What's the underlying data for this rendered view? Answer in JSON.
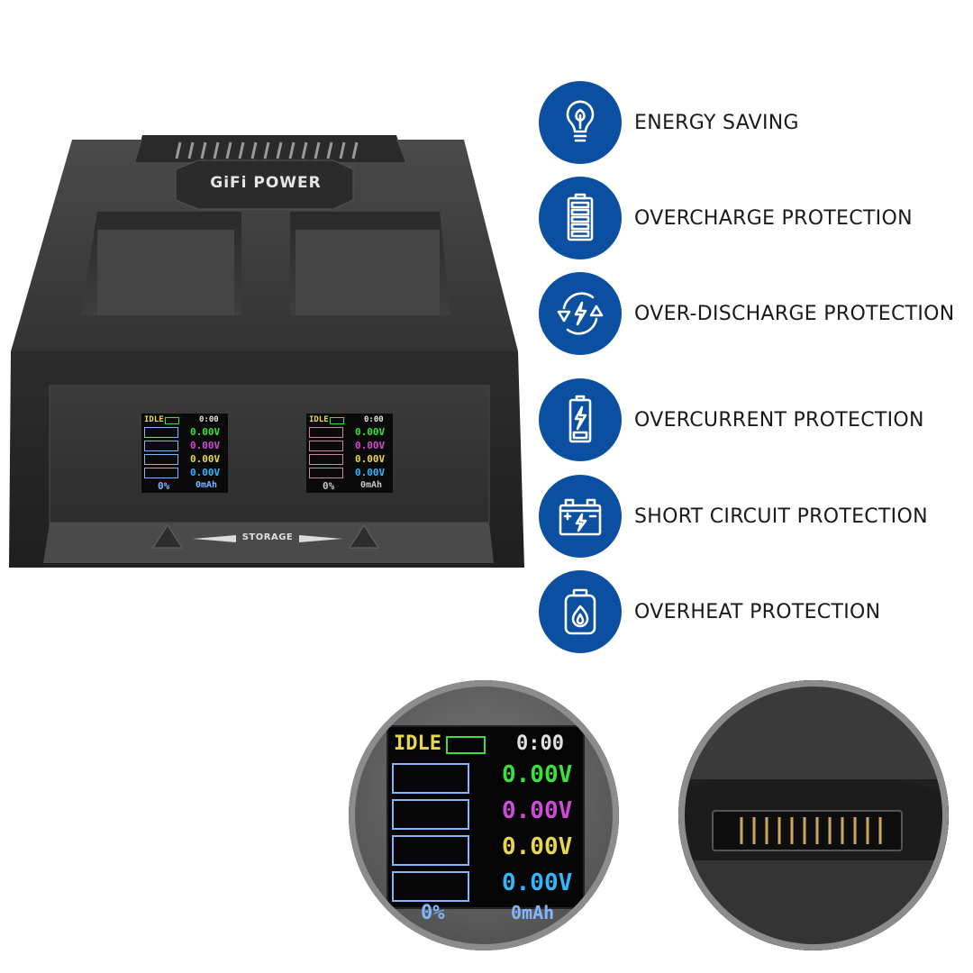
{
  "product": {
    "brand": "GiFi POWER",
    "button_label": "STORAGE",
    "screens": [
      {
        "status": "IDLE",
        "time": "0:00",
        "voltages": [
          "0.00V",
          "0.00V",
          "0.00V",
          "0.00V"
        ],
        "percent": "0%",
        "capacity": "0mAh"
      },
      {
        "status": "IDLE",
        "time": "0:00",
        "voltages": [
          "0.00V",
          "0.00V",
          "0.00V",
          "0.00V"
        ],
        "percent": "0%",
        "capacity": "0mAh"
      }
    ]
  },
  "features": [
    {
      "label": "ENERGY SAVING",
      "icon": "lightbulb-leaf-icon"
    },
    {
      "label": "OVERCHARGE PROTECTION",
      "icon": "battery-full-icon"
    },
    {
      "label": "OVER-DISCHARGE PROTECTION",
      "icon": "cycle-bolt-icon"
    },
    {
      "label": "OVERCURRENT PROTECTION",
      "icon": "battery-bolt-icon"
    },
    {
      "label": "SHORT CIRCUIT PROTECTION",
      "icon": "car-battery-bolt-icon"
    },
    {
      "label": "OVERHEAT PROTECTION",
      "icon": "battery-flame-icon"
    }
  ],
  "zoom_screen": {
    "status": "IDLE",
    "time": "0:00",
    "voltages": [
      "0.00V",
      "0.00V",
      "0.00V",
      "0.00V"
    ],
    "percent": "0%",
    "capacity": "0mAh"
  },
  "colors": {
    "badge_blue": "#0b4fa0",
    "charger_body": "#3a3a3a",
    "lcd_green": "#39e23a",
    "lcd_magenta": "#d24bd8",
    "lcd_yellow": "#e6d84a",
    "lcd_cyan": "#2fb7ff"
  }
}
